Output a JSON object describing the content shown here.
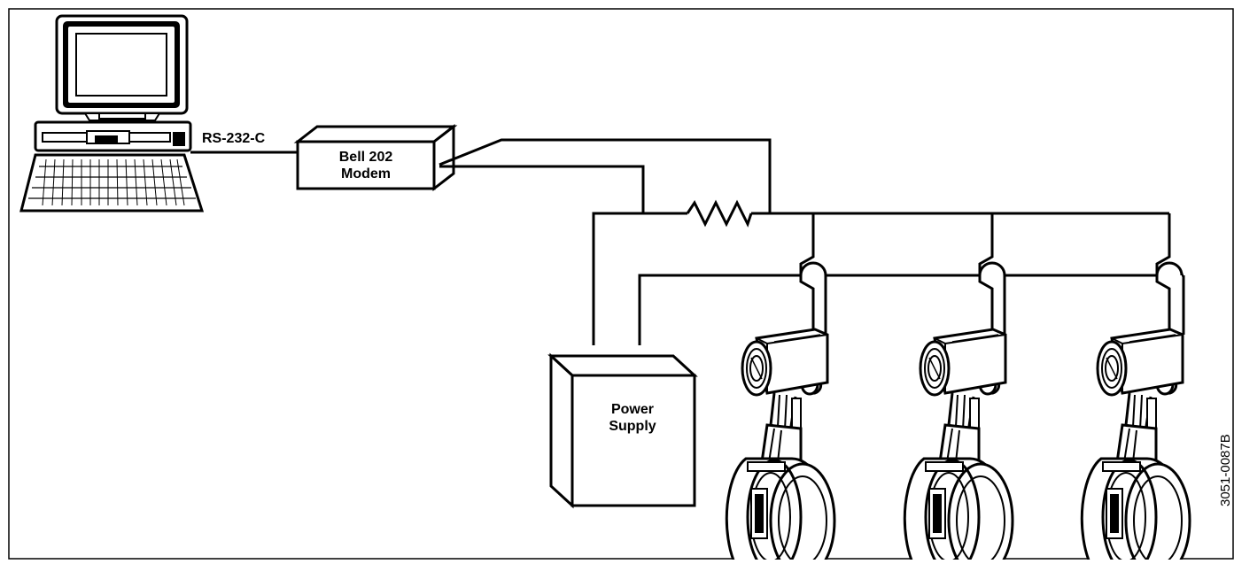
{
  "labels": {
    "rs232": "RS-232-C",
    "modem_line1": "Bell 202",
    "modem_line2": "Modem",
    "power_line1": "Power",
    "power_line2": "Supply",
    "figure_code": "3051-0087B"
  },
  "components": {
    "computer": "desktop-computer-icon",
    "modem": "modem-box",
    "resistor": "resistor-symbol",
    "power_supply": "power-supply-box",
    "transmitters": [
      "flowmeter-icon",
      "flowmeter-icon",
      "flowmeter-icon"
    ]
  }
}
